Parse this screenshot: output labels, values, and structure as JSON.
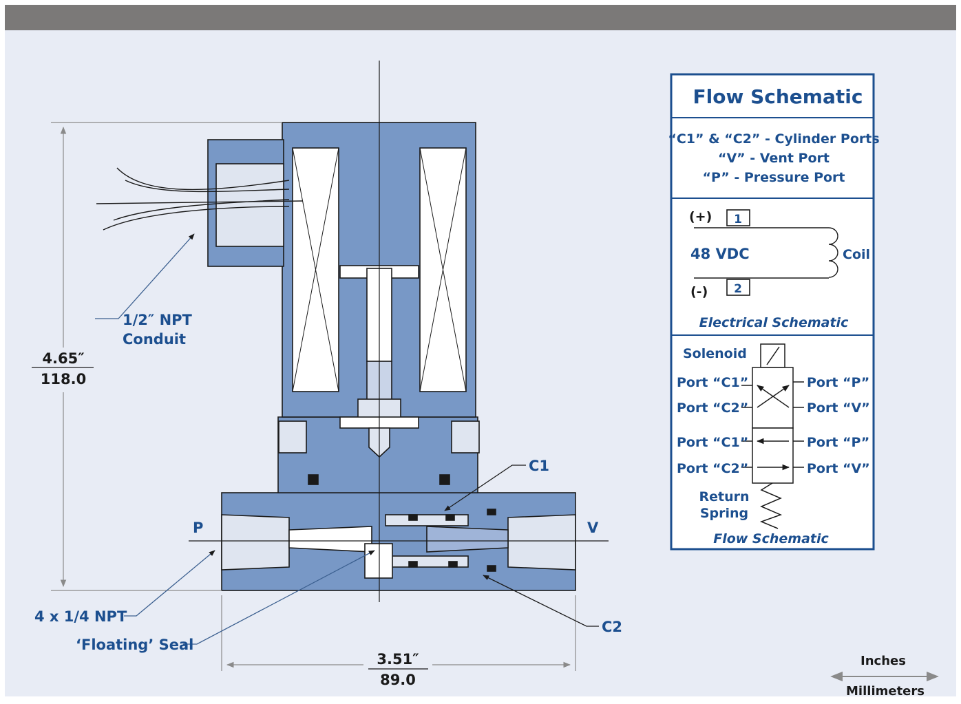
{
  "colors": {
    "background": "#e8ecf5",
    "header_bar": "#7b7978",
    "body_fill": "#7898c6",
    "label_blue": "#1c4f8f",
    "box_border": "#1c4f8f",
    "line": "#1a1a1a"
  },
  "dimensions": {
    "height_in": "4.65″",
    "height_mm": "118.0",
    "width_in": "3.51″",
    "width_mm": "89.0"
  },
  "callouts": {
    "conduit_line1": "1/2″ NPT",
    "conduit_line2": "Conduit",
    "npt_ports": "4 x 1/4 NPT",
    "floating_seal": "‘Floating’ Seal",
    "c1": "C1",
    "c2": "C2",
    "p": "P",
    "v": "V"
  },
  "schematic_box": {
    "title": "Flow Schematic",
    "legend": [
      "“C1” & “C2” - Cylinder Ports",
      "“V” - Vent Port",
      "“P” - Pressure Port"
    ],
    "electrical": {
      "plus": "(+)",
      "minus": "(-)",
      "terminal_1": "1",
      "terminal_2": "2",
      "voltage": "48 VDC",
      "coil": "Coil",
      "caption": "Electrical Schematic"
    },
    "flow": {
      "solenoid": "Solenoid",
      "port_c1_top": "Port “C1”",
      "port_c2_top": "Port “C2”",
      "port_p_top": "Port “P”",
      "port_v_top": "Port “V”",
      "port_c1_bottom": "Port “C1”",
      "port_c2_bottom": "Port “C2”",
      "port_p_bottom": "Port “P”",
      "port_v_bottom": "Port “V”",
      "return_line1": "Return",
      "return_line2": "Spring",
      "caption": "Flow Schematic"
    }
  },
  "units_key": {
    "top": "Inches",
    "bottom": "Millimeters"
  }
}
